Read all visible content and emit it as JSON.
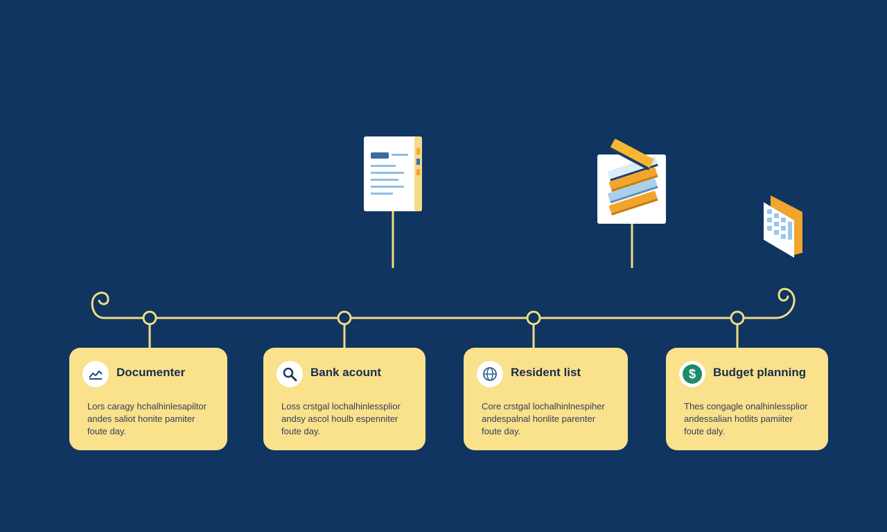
{
  "cards": [
    {
      "title": "Documenter",
      "icon": "chart-icon",
      "lines": [
        "Lors caragy hchalhinlesapiltor",
        "andes saliot honite pamiter",
        "foute day."
      ]
    },
    {
      "title": "Bank acount",
      "icon": "search-icon",
      "lines": [
        "Loss crstgal lochalhinlessplior",
        "andsy ascol houlb espenniter",
        "foute day."
      ]
    },
    {
      "title": "Resident list",
      "icon": "globe-icon",
      "lines": [
        "Core crstgal lochalhinlnespiher",
        "andespalnal honlite parenter",
        "foute day."
      ]
    },
    {
      "title": "Budget planning",
      "icon": "dollar-icon",
      "lines": [
        "Thes congagle onalhinlessplior",
        "andessalian hotlits pamiiter",
        "foute daly."
      ]
    }
  ],
  "colors": {
    "background": "#0f3560",
    "timeline": "#f2dc86",
    "card": "#fae18c",
    "dollar_badge": "#1e8a6a",
    "accent_orange": "#f2a52c"
  },
  "illustrations": [
    "document-icon",
    "book-stack-icon",
    "calculator-icon"
  ]
}
